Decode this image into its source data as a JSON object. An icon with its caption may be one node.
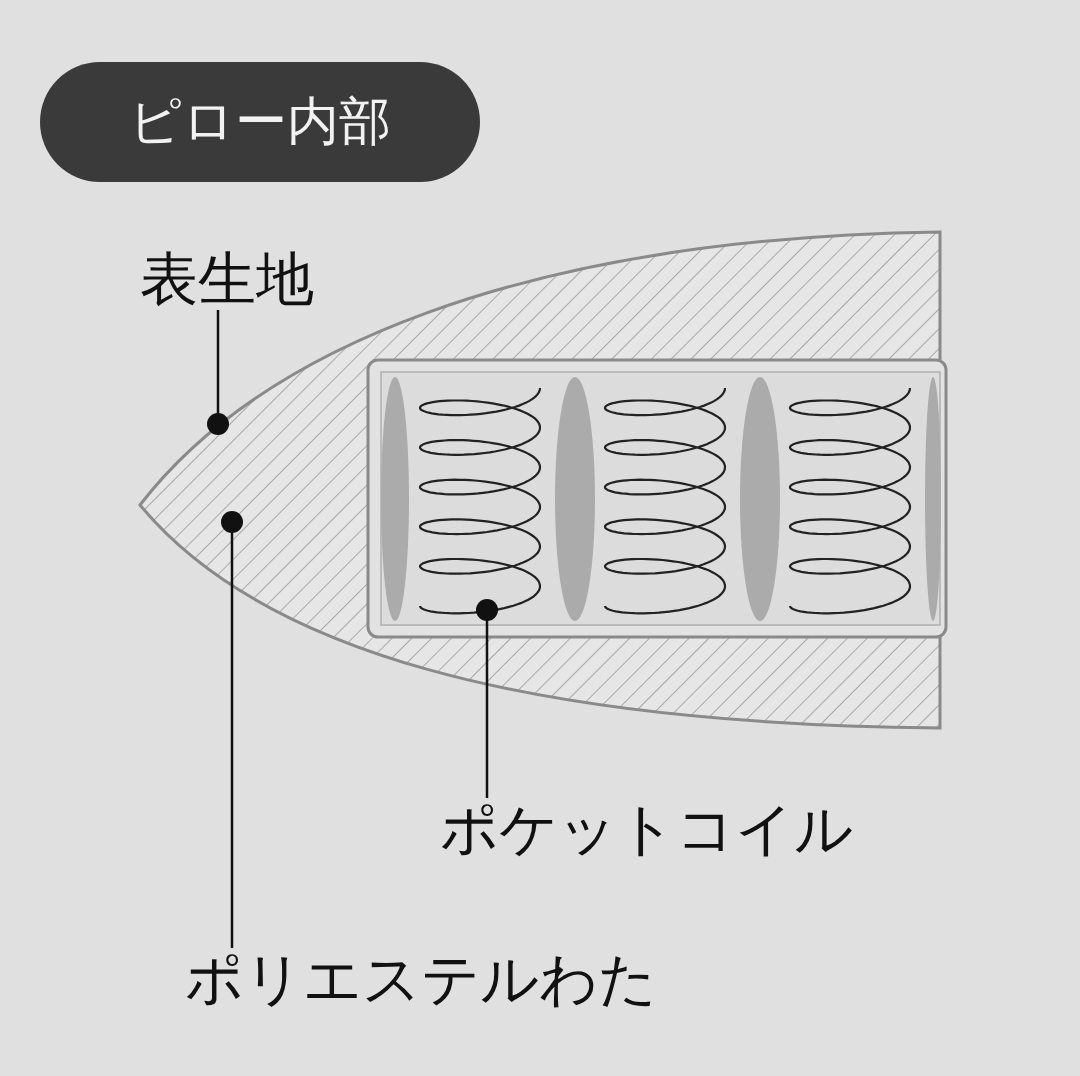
{
  "diagram": {
    "title": "ピロー内部",
    "nodes": [
      {
        "text": [
          "表生地"
        ]
      },
      {
        "text": [],
        "shape": "picture"
      },
      {
        "text": [],
        "shape": "picture",
        "in": 1
      },
      {
        "text": [],
        "shape": "picture",
        "in": 1
      },
      {
        "text": [
          "ポケットコイル"
        ]
      },
      {
        "text": [
          "ポリエステルわた"
        ]
      }
    ],
    "edges": [
      {
        "from": 0,
        "to": 1,
        "arrow": "other"
      },
      {
        "from": 5,
        "to": 2,
        "arrow": "other"
      },
      {
        "from": 4,
        "to": 3,
        "arrow": "other"
      }
    ]
  }
}
